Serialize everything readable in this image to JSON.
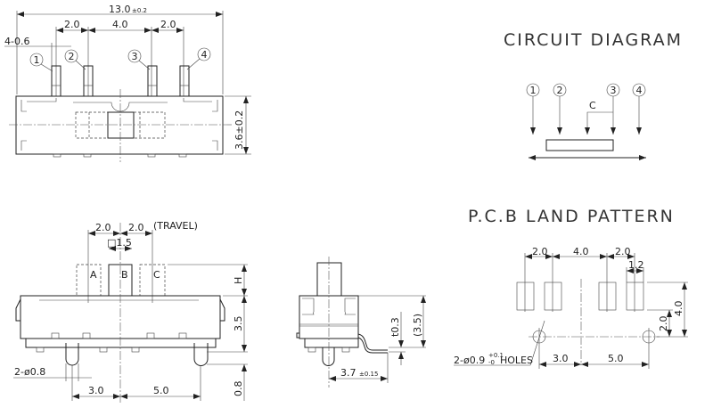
{
  "top_view": {
    "overall_width": "13.0",
    "overall_width_tol": "±0.2",
    "pitch_1": "2.0",
    "pitch_2": "4.0",
    "pitch_3": "2.0",
    "pin_width": "4-0.6",
    "height": "3.6±0.2",
    "pins": [
      "1",
      "2",
      "3",
      "4"
    ]
  },
  "front_view": {
    "travel_1": "2.0",
    "travel_2": "2.0",
    "travel_label": "(TRAVEL)",
    "actuator_size": "□1.5",
    "positions": [
      "A",
      "B",
      "C"
    ],
    "actuator_height": "H",
    "body_height": "3.5",
    "pin_length": "0.8",
    "boss_dia": "2-ø0.8",
    "boss_left": "3.0",
    "boss_right": "5.0"
  },
  "side_view": {
    "depth": "3.7",
    "depth_tol": "±0.15",
    "lead_thickness": "t0.3",
    "ref_height": "(3.5)"
  },
  "circuit_diagram": {
    "title": "CIRCUIT DIAGRAM",
    "pins": [
      "1",
      "2",
      "3",
      "4"
    ],
    "common_label": "C"
  },
  "pcb_land_pattern": {
    "title": "P.C.B LAND PATTERN",
    "pitch_1": "2.0",
    "pitch_2": "4.0",
    "pitch_3": "2.0",
    "pad_width": "1.2",
    "pad_row_height": "4.0",
    "hole_offset": "2.0",
    "hole_label": "2-ø0.9",
    "hole_tol_plus": "+0.1",
    "hole_tol_minus": "-0",
    "hole_suffix": "HOLES",
    "hole_left": "3.0",
    "hole_right": "5.0"
  }
}
